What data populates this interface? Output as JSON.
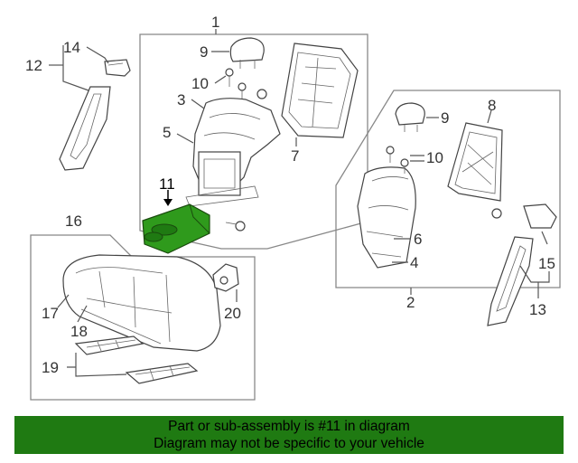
{
  "callouts": {
    "c1": "1",
    "c2": "2",
    "c3": "3",
    "c4": "4",
    "c5": "5",
    "c6": "6",
    "c7": "7",
    "c8": "8",
    "c9a": "9",
    "c9b": "9",
    "c10a": "10",
    "c10b": "10",
    "c11": "11",
    "c12": "12",
    "c13": "13",
    "c14": "14",
    "c15": "15",
    "c16": "16",
    "c17": "17",
    "c18": "18",
    "c19": "19",
    "c20": "20"
  },
  "highlight": {
    "part": "11",
    "color": "#1f7a12"
  },
  "banner": {
    "line1": "Part or sub-assembly is #11 in diagram",
    "line2": "Diagram may not be specific to your vehicle",
    "background": "#1f7a12"
  }
}
